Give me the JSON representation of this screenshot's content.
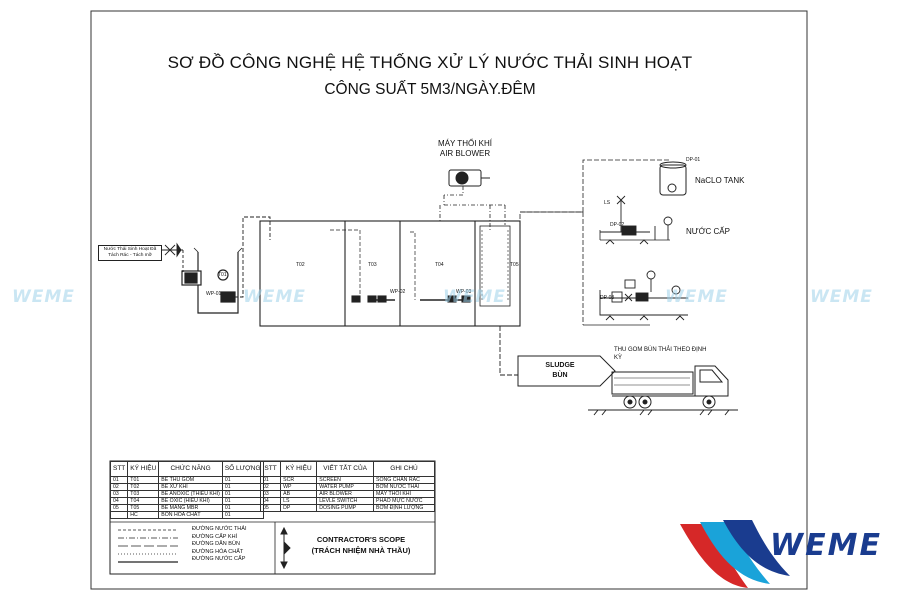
{
  "title": {
    "line1": "SƠ ĐỒ CÔNG NGHỆ HỆ THỐNG XỬ LÝ NƯỚC THẢI SINH HOẠT",
    "line2": "CÔNG SUẤT 5M3/NGÀY.ĐÊM"
  },
  "equipment": {
    "blower_vn": "MÁY THỔI KHÍ",
    "blower_en": "AIR BLOWER",
    "naclo": "NaCLO TANK",
    "clean_water": "NƯỚC CẤP",
    "inlet": "Nước Thải Sinh Hoạt Đã Tách Rác - Tách mỡ",
    "sludge_line1": "SLUDGE",
    "sludge_line2": "BÙN",
    "sludge_collect": "THU GOM BÙN THẢI THEO ĐỊNH KỲ"
  },
  "tank_tags": {
    "t01": "T01",
    "t02": "T02",
    "t03": "T03",
    "t04": "T04",
    "t05": "T05"
  },
  "instrument_tags": {
    "dp01": "DP-01",
    "dp02": "DP-02",
    "dp03": "DP-03",
    "wp01": "WP-01",
    "wp02": "WP-02",
    "wp03": "WP-03",
    "ls": "LS"
  },
  "watermark": "WEME",
  "logo": "WEME",
  "legend_left": {
    "headers": [
      "STT",
      "KÝ HIỆU",
      "CHỨC NĂNG",
      "SỐ LƯỢNG"
    ],
    "rows": [
      [
        "01",
        "T01",
        "BỂ THU GOM",
        "01"
      ],
      [
        "02",
        "T02",
        "BỂ XỬ KHÍ",
        "01"
      ],
      [
        "03",
        "T03",
        "BỂ ANOXIC (THIẾU KHÍ)",
        "01"
      ],
      [
        "04",
        "T04",
        "BỂ OXIC (HIẾU KHÍ)",
        "01"
      ],
      [
        "05",
        "T05",
        "BỂ MANG MBR",
        "01"
      ],
      [
        "",
        "HC",
        "BỒN HÓA CHẤT",
        "01"
      ]
    ]
  },
  "legend_right": {
    "headers": [
      "STT",
      "KÝ HIỆU",
      "VIẾT TẮT CỦA",
      "GHI CHÚ"
    ],
    "rows": [
      [
        "01",
        "SCR",
        "SCREEN",
        "SONG CHẮN RÁC"
      ],
      [
        "02",
        "WP",
        "WATER PUMP",
        "BƠM NƯỚC THẢI"
      ],
      [
        "03",
        "AB",
        "AIR BLOWER",
        "MÁY THỔI KHÍ"
      ],
      [
        "04",
        "LS",
        "LEVLE SWITCH",
        "PHAO MỰC NƯỚC"
      ],
      [
        "05",
        "DP",
        "DOSING PUMP",
        "BƠM ĐỊNH LƯỢNG"
      ]
    ]
  },
  "line_keys": [
    "ĐƯỜNG NƯỚC THẢI",
    "ĐƯỜNG CẤP KHÍ",
    "ĐƯỜNG DẪN BÙN",
    "ĐƯỜNG HÓA CHẤT",
    "ĐƯỜNG NƯỚC CẤP"
  ],
  "scope": {
    "line1": "CONTRACTOR'S SCOPE",
    "line2": "(TRÁCH NHIỆM NHÀ THẦU)"
  },
  "colors": {
    "line": "#222222",
    "watermark": "#9fd2ea",
    "logo_blue": "#1a3c8f",
    "logo_red": "#d62828",
    "logo_cyan": "#1aa3d9"
  }
}
